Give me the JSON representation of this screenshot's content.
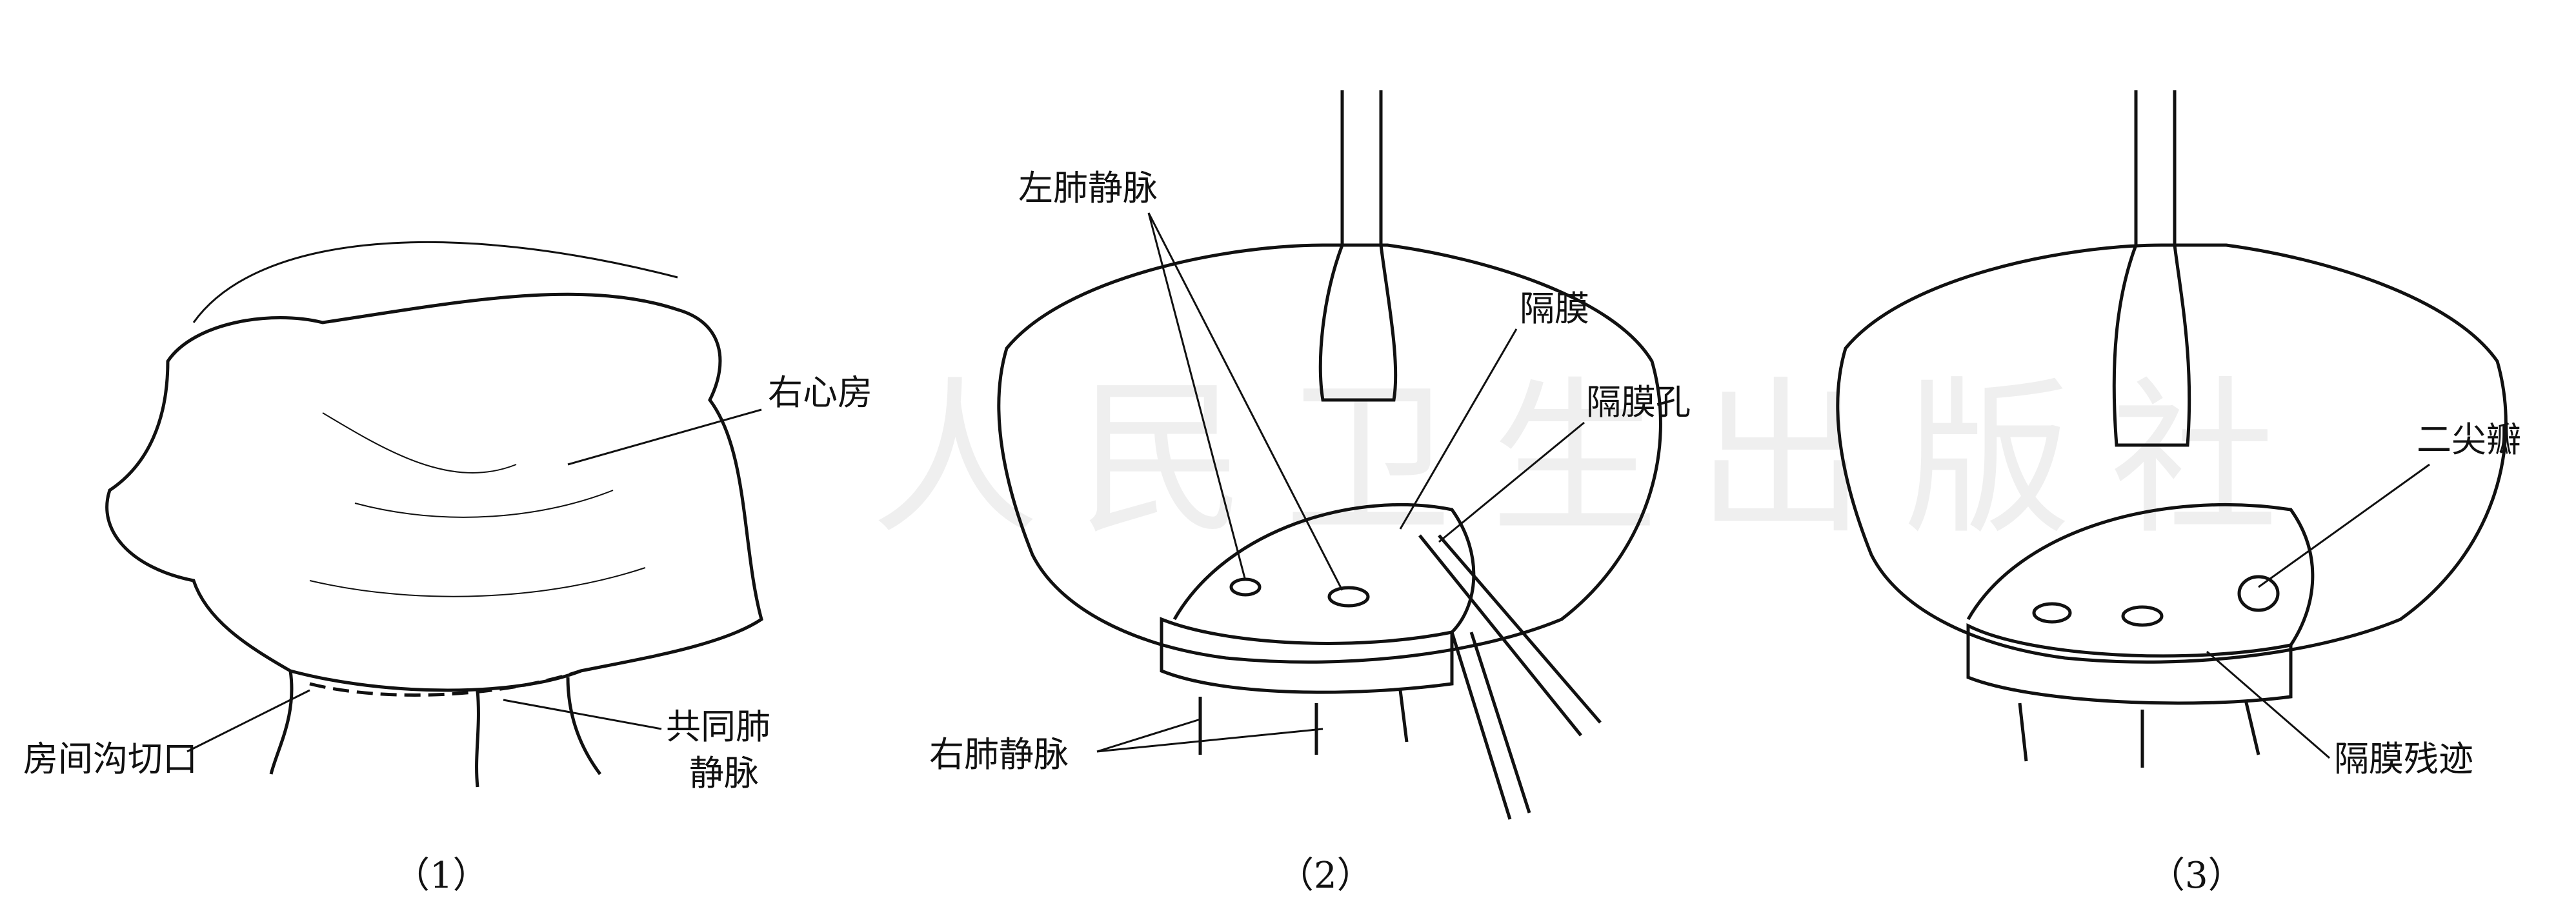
{
  "watermark": "人民卫生出版社",
  "panels": [
    {
      "caption": "（1）",
      "labels": {
        "right_atrium": "右心房",
        "incision": "房间沟切口",
        "common_pv_1": "共同肺",
        "common_pv_2": "静脉"
      }
    },
    {
      "caption": "（2）",
      "labels": {
        "left_pv": "左肺静脉",
        "membrane": "隔膜",
        "membrane_hole": "隔膜孔",
        "right_pv": "右肺静脉"
      }
    },
    {
      "caption": "（3）",
      "labels": {
        "mitral": "二尖瓣",
        "membrane_remnant": "隔膜残迹"
      }
    }
  ]
}
